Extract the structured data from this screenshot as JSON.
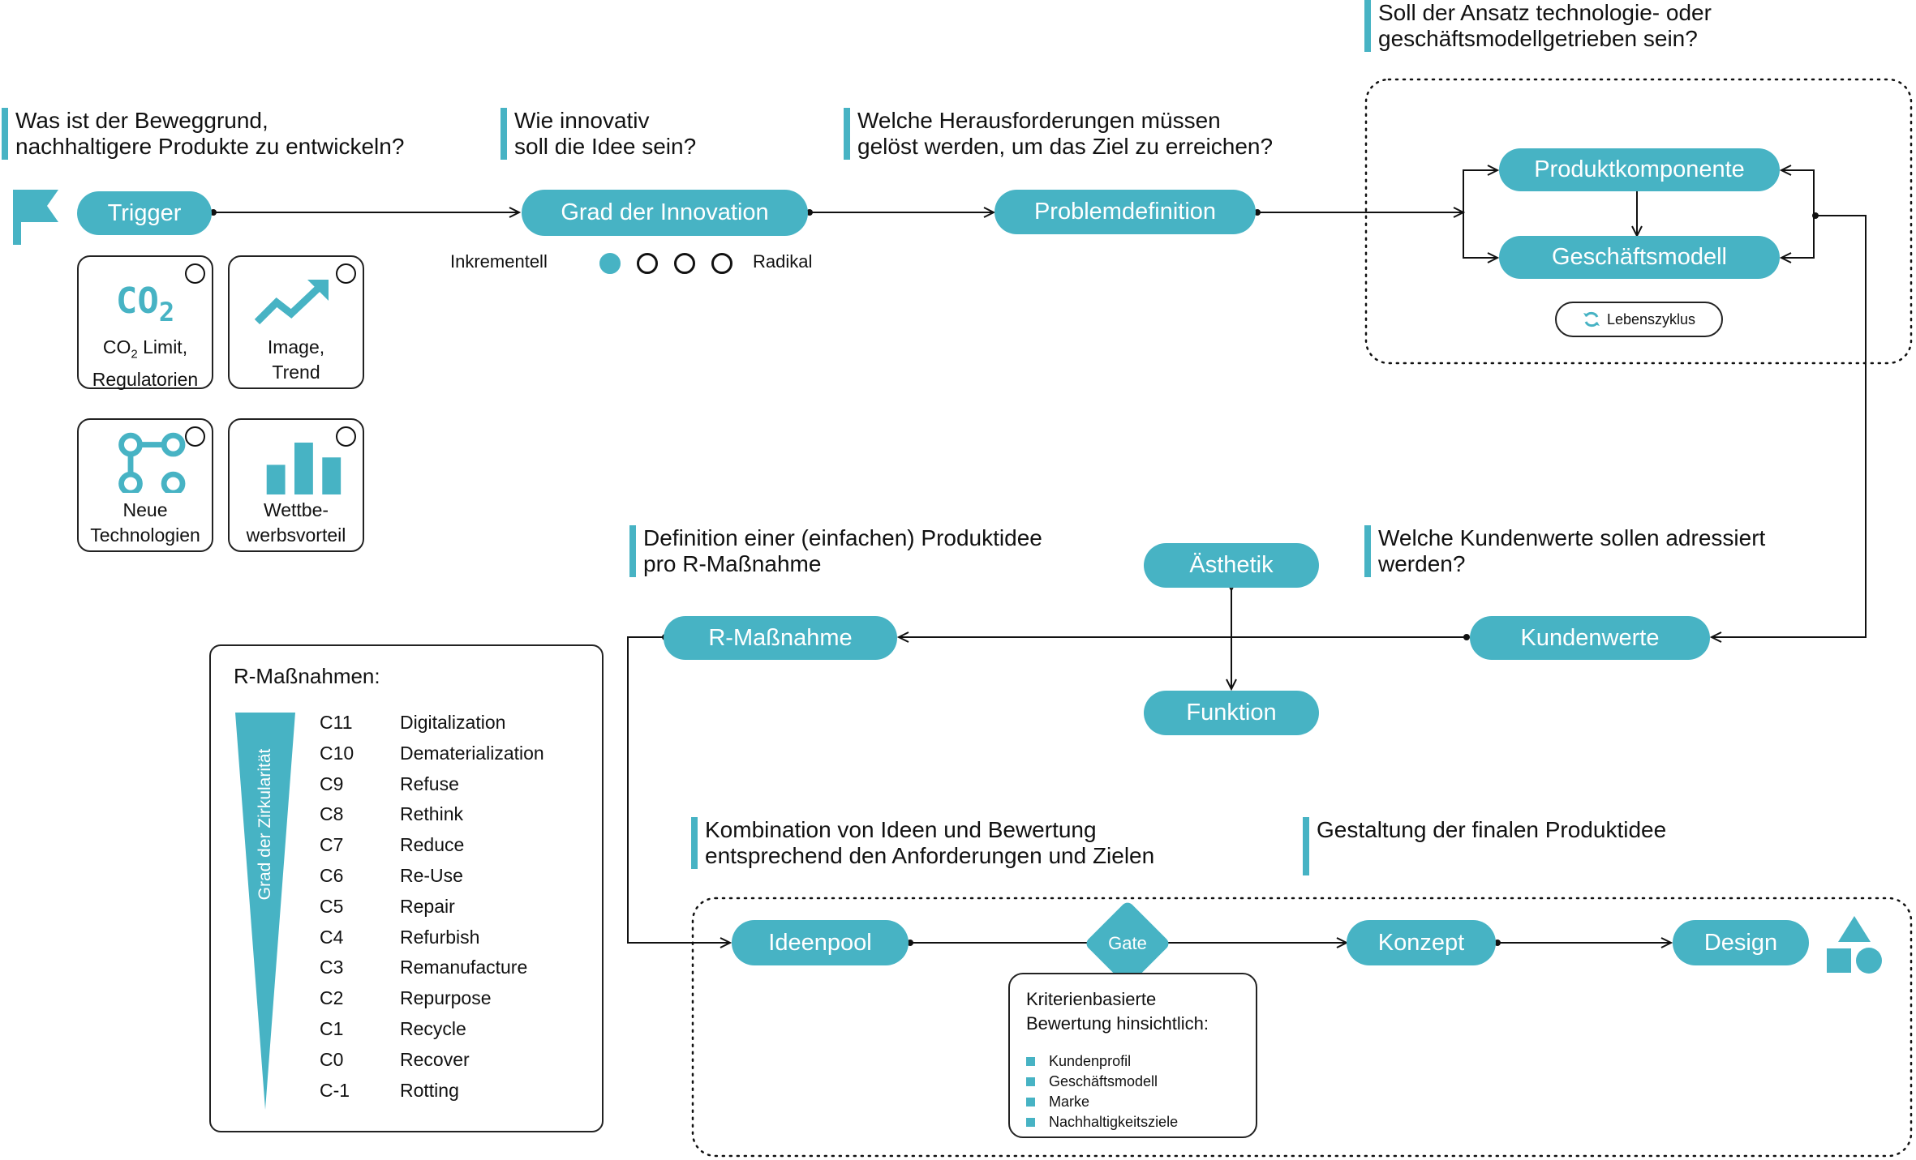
{
  "colors": {
    "accent": "#47b3c4",
    "line": "#111111"
  },
  "questions": {
    "trigger": [
      "Was ist der Beweggrund,",
      "nachhaltigere Produkte zu entwickeln?"
    ],
    "innovation": [
      "Wie innovativ",
      "soll die Idee sein?"
    ],
    "problem": [
      "Welche Herausforderungen müssen",
      "gelöst werden, um das Ziel zu erreichen?"
    ],
    "approach": [
      "Soll der Ansatz technologie- oder",
      "geschäftsmodellgetrieben sein?"
    ],
    "r_measure": [
      "Definition einer (einfachen) Produktidee",
      "pro R-Maßnahme"
    ],
    "customer": [
      "Welche Kundenwerte sollen adressiert",
      "werden?"
    ],
    "combination": [
      "Kombination von Ideen und Bewertung",
      "entsprechend den Anforderungen und Zielen"
    ],
    "final": [
      "Gestaltung der finalen Produktidee"
    ]
  },
  "nodes": {
    "trigger": "Trigger",
    "innovation": "Grad der Innovation",
    "problem": "Problemdefinition",
    "product_component": "Produktkomponente",
    "business_model": "Geschäftsmodell",
    "lifecycle": "Lebenszyklus",
    "customer_values": "Kundenwerte",
    "r_measure": "R-Maßnahme",
    "aesthetics": "Ästhetik",
    "function": "Funktion",
    "idea_pool": "Ideenpool",
    "gate": "Gate",
    "concept": "Konzept",
    "design": "Design"
  },
  "trigger_cards": [
    {
      "icon": "co2-icon",
      "co2_symbol": "CO",
      "co2_sub": "2",
      "line1_main": "CO",
      "line1_sub": "2",
      "line1_rest": " Limit,",
      "line2": "Regulatorien"
    },
    {
      "icon": "trend-icon",
      "line1": "Image,",
      "line2": "Trend"
    },
    {
      "icon": "technology-icon",
      "line1": "Neue",
      "line2": "Technologien"
    },
    {
      "icon": "bar-chart-icon",
      "line1": "Wettbe-",
      "line2": "werbsvorteil"
    }
  ],
  "innovation_scale": {
    "left": "Inkrementell",
    "right": "Radikal",
    "steps": 4,
    "selected_step": 1
  },
  "r_measures": {
    "title": "R-Maßnahmen:",
    "axis_label": "Grad der Zirkularität",
    "items": [
      {
        "code": "C11",
        "name": "Digitalization"
      },
      {
        "code": "C10",
        "name": "Dematerialization"
      },
      {
        "code": "C9",
        "name": "Refuse"
      },
      {
        "code": "C8",
        "name": "Rethink"
      },
      {
        "code": "C7",
        "name": "Reduce"
      },
      {
        "code": "C6",
        "name": "Re-Use"
      },
      {
        "code": "C5",
        "name": "Repair"
      },
      {
        "code": "C4",
        "name": "Refurbish"
      },
      {
        "code": "C3",
        "name": "Remanufacture"
      },
      {
        "code": "C2",
        "name": "Repurpose"
      },
      {
        "code": "C1",
        "name": "Recycle"
      },
      {
        "code": "C0",
        "name": "Recover"
      },
      {
        "code": "C-1",
        "name": "Rotting"
      }
    ]
  },
  "criteria": {
    "title": [
      "Kriterienbasierte",
      "Bewertung hinsichtlich:"
    ],
    "items": [
      "Kundenprofil",
      "Geschäftsmodell",
      "Marke",
      "Nachhaltigkeitsziele"
    ]
  },
  "design_icon": "shapes-icon"
}
